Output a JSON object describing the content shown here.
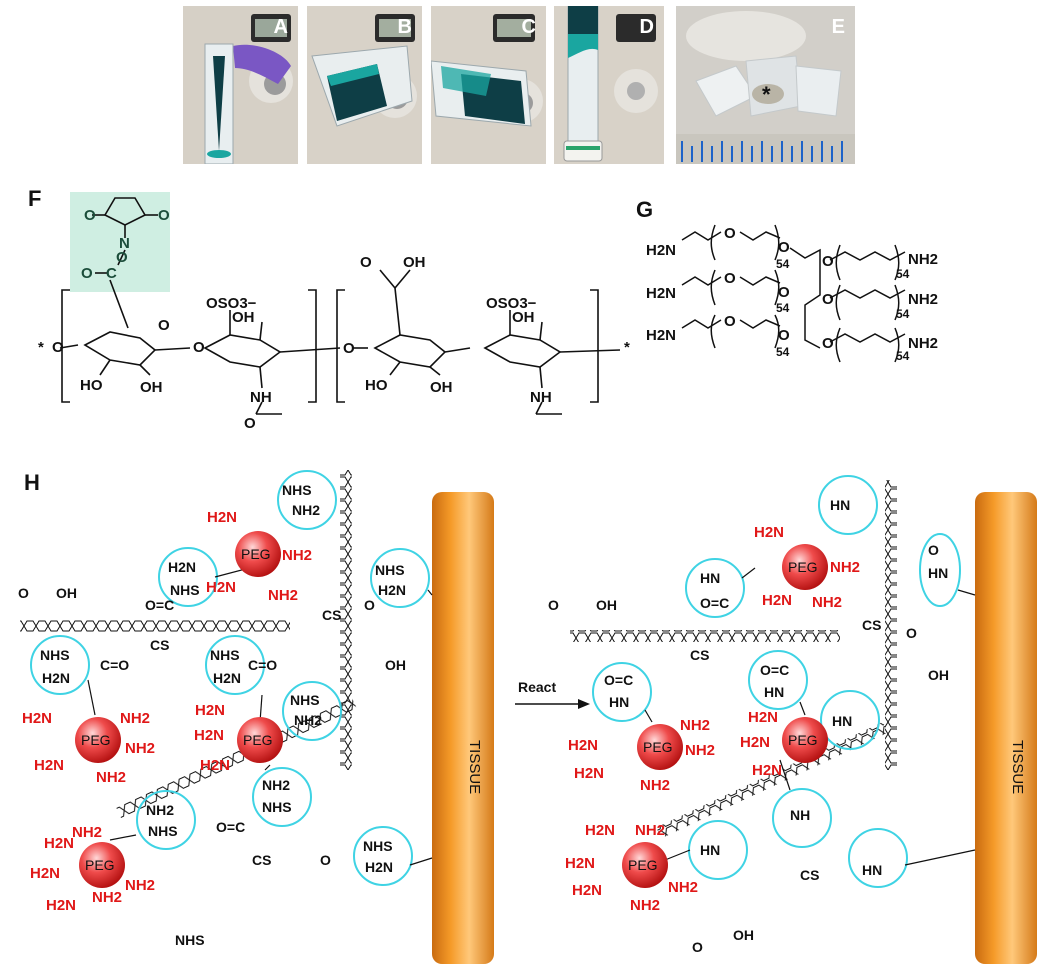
{
  "panels": {
    "A": "A",
    "B": "B",
    "C": "C",
    "D": "D",
    "E": "E",
    "F": "F",
    "G": "G",
    "H": "H"
  },
  "photos": {
    "e_asterisk": "*",
    "colors": {
      "bg": "#d8d2c8",
      "glove": "#7a57c4",
      "dye": "#1aa6a0",
      "dye_dark": "#0e3e46"
    }
  },
  "chem_f": {
    "nhs_color": "#cfeee2",
    "labels": {
      "oso3_1": "OSO3−",
      "oh_1": "OH",
      "ho_1": "HO",
      "oh_2": "OH",
      "nh_1": "NH",
      "oh_3": "OH",
      "oso3_2": "OSO3−",
      "oh_4": "OH",
      "ho_2": "HO",
      "oh_5": "OH",
      "nh_2": "NH",
      "o_a": "O",
      "o_b": "O",
      "o_c": "O",
      "o_d": "O",
      "o_e": "O",
      "o_f": "O",
      "o_g": "O",
      "o_h": "O",
      "o_i": "O",
      "o_j": "O",
      "star_l": "*",
      "star_r": "*",
      "n": "N",
      "c": "C"
    }
  },
  "chem_g": {
    "h2n": "H2N",
    "nh2": "NH2",
    "o": "O",
    "n54": "54"
  },
  "scheme_h": {
    "peg": "PEG",
    "h2n": "H2N",
    "nh2": "NH2",
    "nhs": "NHS",
    "cs": "CS",
    "tissue": "TISSUE",
    "react": "React",
    "cooh_o": "O",
    "cooh_oh": "OH",
    "o_eq_c": "O=C",
    "c_eq_o": "C=O",
    "hn": "HN",
    "nh": "NH",
    "c": "C",
    "o": "O",
    "colors": {
      "cyan": "#3fd3e4",
      "red": "#e01818",
      "tissue_a": "#f59a28",
      "tissue_b": "#c96b10"
    }
  }
}
